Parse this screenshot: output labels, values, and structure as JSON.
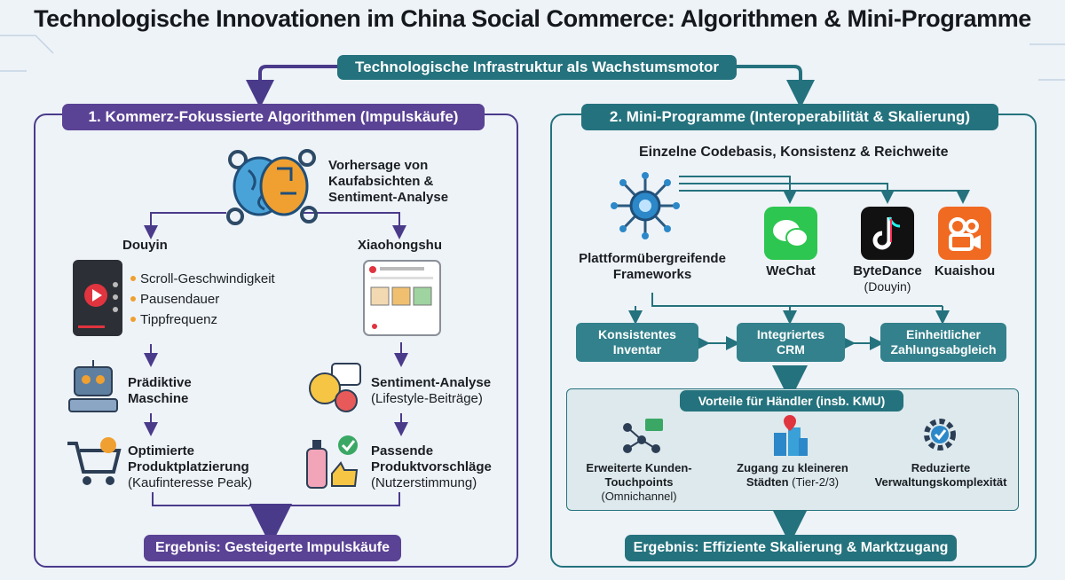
{
  "title": "Technologische Innovationen im China Social Commerce: Algorithmen & Mini-Programme",
  "top_banner": "Technologische Infrastruktur als Wachstumsmotor",
  "left": {
    "header": "1. Kommerz-Fokussierte Algorithmen (Impulskäufe)",
    "ai_label": [
      "Vorhersage von",
      "Kaufabsichten &",
      "Sentiment-Analyse"
    ],
    "douyin": {
      "name": "Douyin",
      "metrics": [
        "Scroll-Geschwindigkeit",
        "Pausendauer",
        "Tippfrequenz"
      ],
      "machine": [
        "Prädiktive",
        "Maschine"
      ],
      "placement": [
        "Optimierte",
        "Produktplatzierung",
        "(Kaufinteresse Peak)"
      ]
    },
    "xiaohongshu": {
      "name": "Xiaohongshu",
      "sentiment": [
        "Sentiment-Analyse",
        "(Lifestyle-Beiträge)"
      ],
      "suggest": [
        "Passende",
        "Produktvorschläge",
        "(Nutzerstimmung)"
      ]
    },
    "result": "Ergebnis: Gesteigerte Impulskäufe"
  },
  "right": {
    "header": "2. Mini-Programme (Interoperabilität & Skalierung)",
    "subtitle": "Einzelne Codebasis, Konsistenz & Reichweite",
    "frameworks": [
      "Plattformübergreifende",
      "Frameworks"
    ],
    "platforms": [
      {
        "name": "WeChat",
        "sub": "",
        "color": "#2dc650",
        "icon": "wechat-icon"
      },
      {
        "name": "ByteDance",
        "sub": "(Douyin)",
        "color": "#111111",
        "icon": "tiktok-icon"
      },
      {
        "name": "Kuaishou",
        "sub": "",
        "color": "#f06a22",
        "icon": "kuaishou-icon"
      }
    ],
    "modules": [
      [
        "Konsistentes",
        "Inventar"
      ],
      [
        "Integriertes",
        "CRM"
      ],
      [
        "Einheitlicher",
        "Zahlungsabgleich"
      ]
    ],
    "benefits_header": "Vorteile für Händler (insb. KMU)",
    "benefits": [
      {
        "bold": [
          "Erweiterte Kunden-",
          "Touchpoints"
        ],
        "normal": "(Omnichannel)"
      },
      {
        "bold": [
          "Zugang zu kleineren",
          "Städten"
        ],
        "inline": " (Tier-2/3)"
      },
      {
        "bold": [
          "Reduzierte",
          "Verwaltungskomplexität"
        ]
      }
    ],
    "result": "Ergebnis: Effiziente Skalierung & Marktzugang"
  },
  "colors": {
    "teal": "#24727d",
    "purple": "#5a4294",
    "module": "#33818c"
  }
}
